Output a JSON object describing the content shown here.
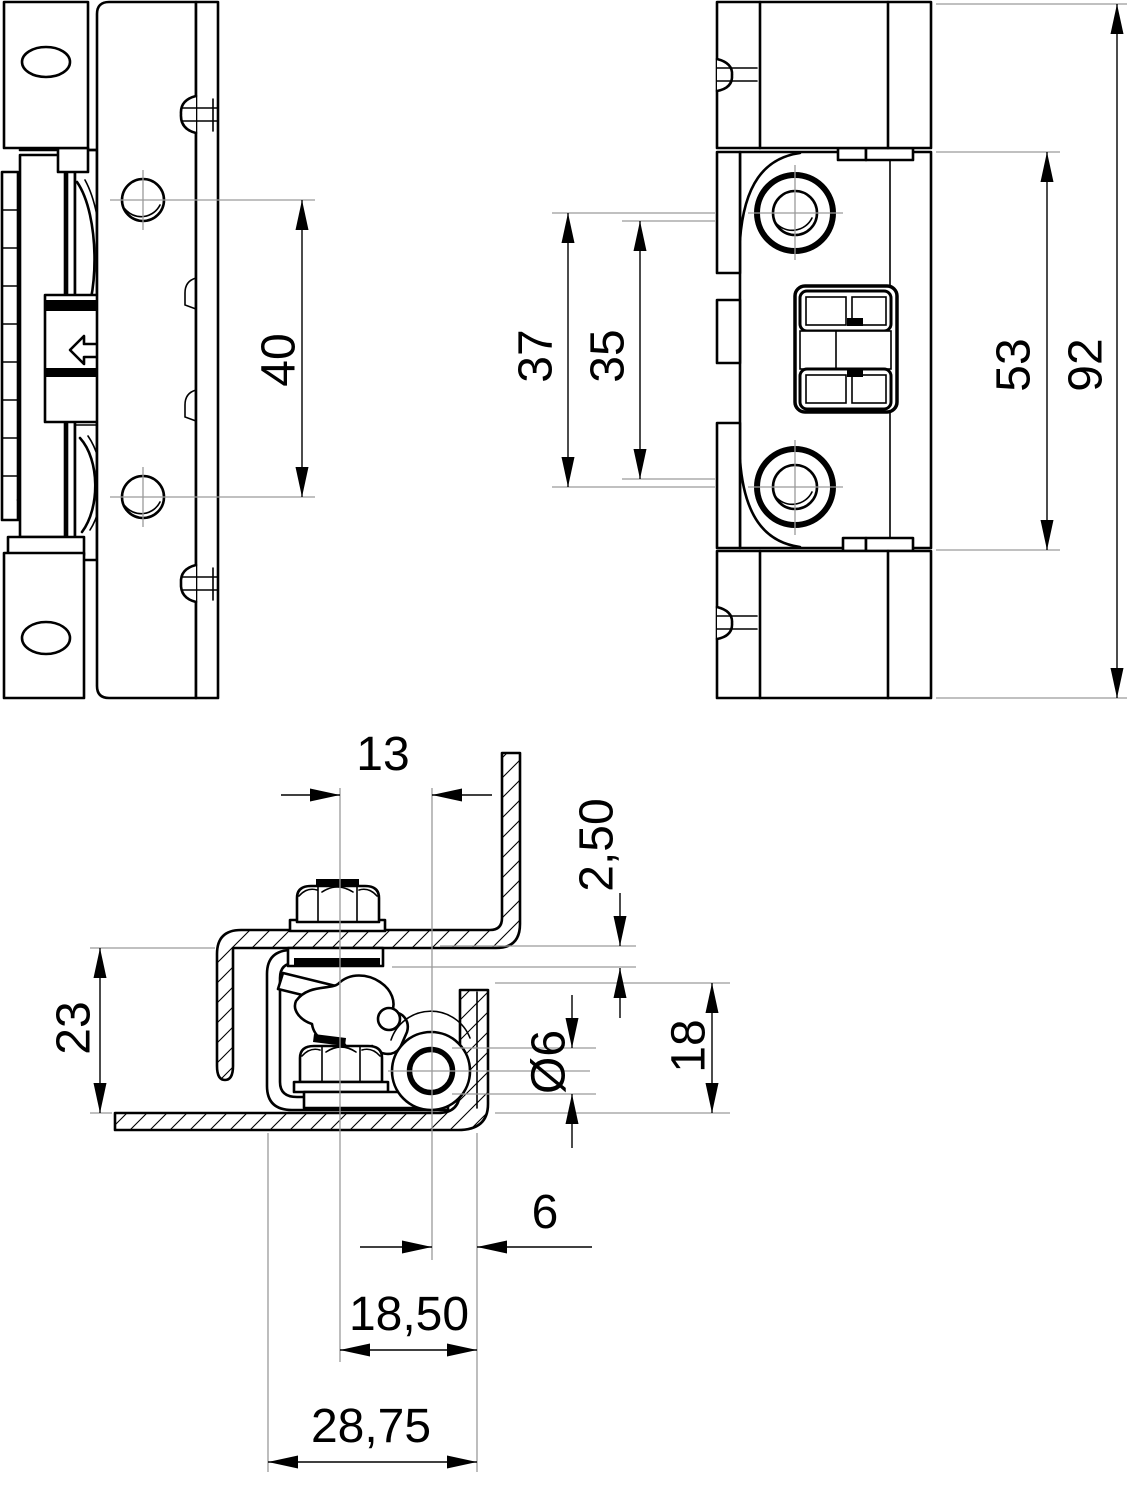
{
  "drawing": {
    "kind": "technical-dimension-drawing",
    "background_color": "#ffffff",
    "line_color": "#000000",
    "centerline_color": "#9a9a9a",
    "views": {
      "side_view": "latch side elevation",
      "front_view": "latch front elevation",
      "section_view": "mounting bracket cross-section"
    }
  },
  "dimensions": {
    "side": {
      "hole_spacing": "40"
    },
    "front": {
      "hole_spacing_outer": "37",
      "hole_spacing_inner": "35",
      "body_height": "53",
      "overall_height": "92"
    },
    "section": {
      "nut_offset": "13",
      "flange_gap": "2,50",
      "bracket_opening_height": "23",
      "pin_hole_diameter": "Ø6",
      "bracket_leg_height": "18",
      "pin_edge_offset": "6",
      "pin_center_offset": "18,50",
      "overall_depth": "28,75"
    }
  }
}
